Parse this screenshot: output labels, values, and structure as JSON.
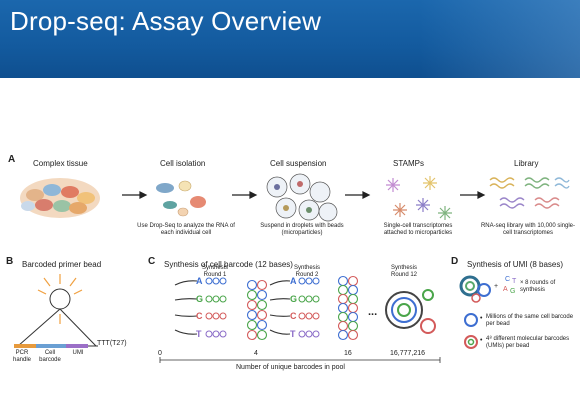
{
  "slide": {
    "title": "Drop-seq: Assay Overview"
  },
  "panel_a": {
    "letter": "A",
    "steps": [
      {
        "label": "Complex tissue",
        "caption": ""
      },
      {
        "label": "Cell isolation",
        "caption": "Use Drop-Seq to analyze the RNA of each individual cell"
      },
      {
        "label": "Cell suspension",
        "caption": "Suspend in droplets with beads (microparticles)"
      },
      {
        "label": "STAMPs",
        "caption": "Single-cell transcriptomes attached to microparticles"
      },
      {
        "label": "Library",
        "caption": "RNA-seq library with 10,000 single-cell transcriptomes"
      }
    ]
  },
  "panel_b": {
    "letter": "B",
    "title": "Barcoded primer bead",
    "segments": [
      "PCR handle",
      "Cell barcode",
      "UMI"
    ],
    "tail": "TTT(T27)"
  },
  "panel_c": {
    "letter": "C",
    "title": "Synthesis of cell barcode (12 bases)",
    "rounds": [
      "Synthesis Round 1",
      "Synthesis Round 2",
      "Synthesis Round 12"
    ],
    "bases": [
      "A",
      "G",
      "C",
      "T"
    ],
    "counts": [
      "0",
      "4",
      "16",
      "16,777,216"
    ],
    "axis_label": "Number of unique barcodes in pool",
    "ellipsis": "..."
  },
  "panel_d": {
    "letter": "D",
    "title": "Synthesis of UMI (8 bases)",
    "bases_text": [
      "C",
      "T",
      "A",
      "G"
    ],
    "rounds_text": "× 8 rounds of synthesis",
    "bullet1": "Millions of the same cell barcode per bead",
    "bullet2": "4⁸ different molecular barcodes (UMIs) per bead"
  }
}
